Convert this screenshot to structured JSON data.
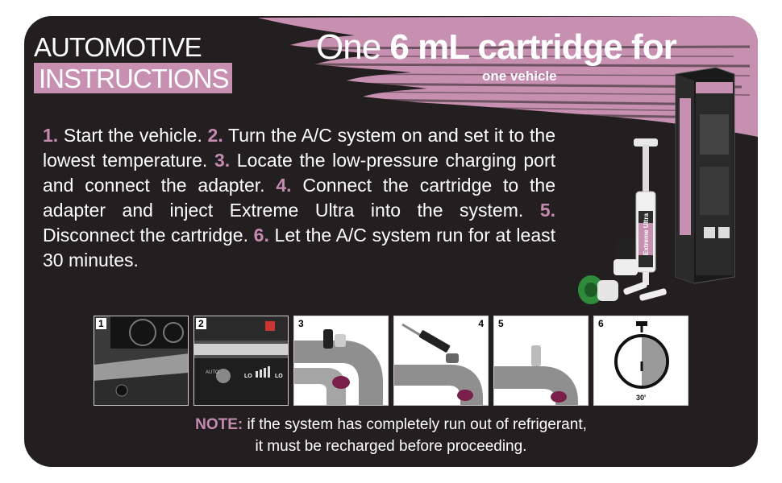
{
  "badge": {
    "line1": "AUTOMOTIVE",
    "line2": "INSTRUCTIONS"
  },
  "headline": {
    "prefix": "One",
    "bold": "6 mL cartridge for",
    "sub": "one vehicle"
  },
  "steps": [
    {
      "num": "1.",
      "text": " Start the vehicle. "
    },
    {
      "num": "2.",
      "text": " Turn the A/C system on and set it to the lowest temperature. "
    },
    {
      "num": "3.",
      "text": " Locate the low-pressure charging port and connect the adapter. "
    },
    {
      "num": "4.",
      "text": " Connect the cartridge to the adapter and inject Extreme Ultra into the system. "
    },
    {
      "num": "5.",
      "text": " Disconnect the cartridge. "
    },
    {
      "num": "6.",
      "text": " Let the A/C system run for at least 30 minutes."
    }
  ],
  "product": {
    "brand_label": "Extreme Ultra"
  },
  "panels": [
    {
      "num": "1"
    },
    {
      "num": "2"
    },
    {
      "num": "3"
    },
    {
      "num": "4"
    },
    {
      "num": "5"
    },
    {
      "num": "6"
    }
  ],
  "panel_text": {
    "lo_left": "LO",
    "lo_right": "LO",
    "auto": "AUTO",
    "timer": "30'"
  },
  "note": {
    "label": "NOTE:",
    "line1": " if the system has completely run out of refrigerant,",
    "line2": "it must be recharged before proceeding."
  },
  "colors": {
    "accent": "#c48aaf",
    "badge_bg": "#c790b0",
    "card_bg": "#231f20"
  }
}
